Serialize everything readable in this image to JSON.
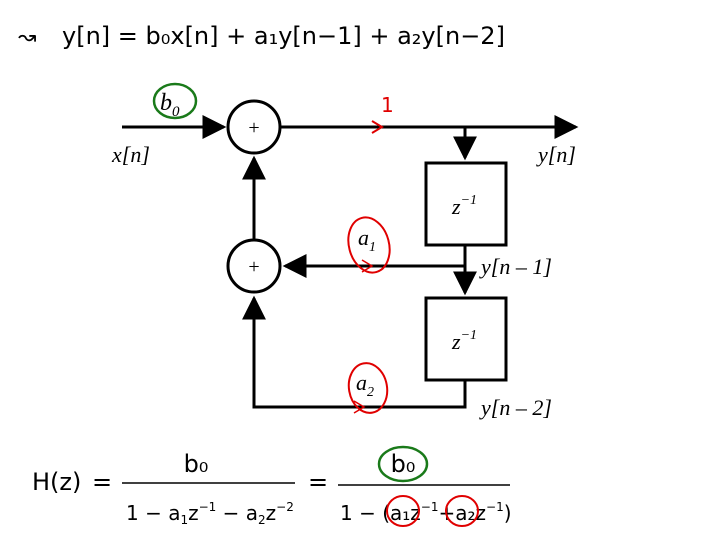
{
  "equation": {
    "arrow": "↝",
    "text": "y[n] = b₀x[n] + a₁y[n−1] + a₂y[n−2]"
  },
  "diagram": {
    "labels": {
      "b0": "b",
      "b0_sub": "0",
      "a1": "a",
      "a1_sub": "1",
      "a2": "a",
      "a2_sub": "2",
      "xn": "x[n]",
      "yn": "y[n]",
      "yn1": "y[n – 1]",
      "yn2": "y[n – 2]",
      "sum": "+",
      "delay": "z",
      "delay_exp": "−1",
      "annotation_1": "1"
    }
  },
  "transfer_function": {
    "lhs": "H(z)",
    "eq1": "=",
    "num1": "b₀",
    "den1_a": "1 − a",
    "den1_a_sub": "1",
    "den1_b": "z",
    "den1_b_exp": "−1",
    "den1_c": " − a",
    "den1_c_sub": "2",
    "den1_d": "z",
    "den1_d_exp": "−2",
    "eq2": "=",
    "num2": "b₀",
    "den2_prefix": "1 − (",
    "den2_a1": "a₁",
    "den2_z1": "z",
    "den2_z1_exp": "−1",
    "den2_plus": "+",
    "den2_a2": "a₂",
    "den2_z2": "z",
    "den2_z2_exp": "−1",
    "den2_suffix": ")"
  },
  "colors": {
    "ink": "#000000",
    "red_annotation": "#e00000",
    "green_annotation": "#1a7a1a"
  }
}
